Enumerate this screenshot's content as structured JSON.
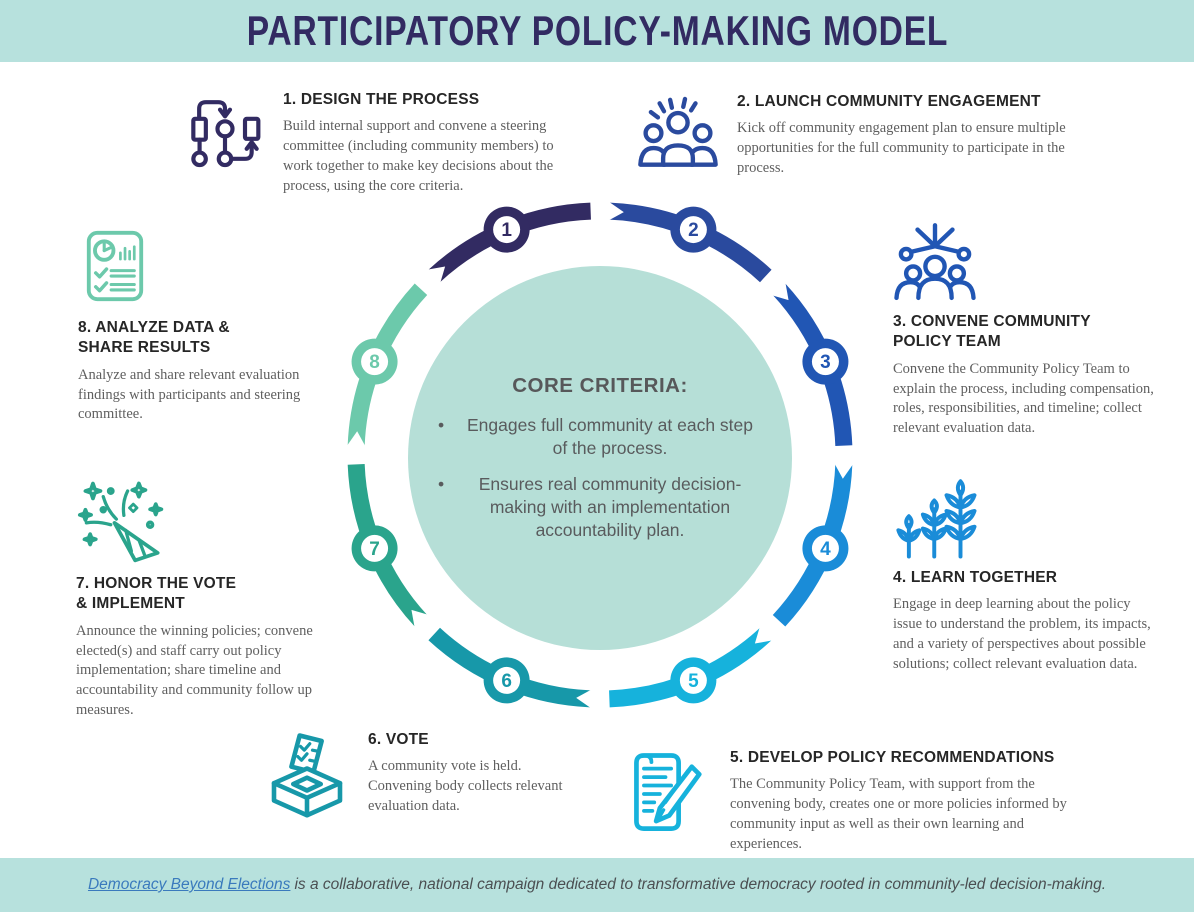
{
  "header": {
    "title": "PARTICIPATORY POLICY-MAKING MODEL"
  },
  "center": {
    "title": "CORE CRITERIA:",
    "bullets": [
      "Engages full community at each step of the process.",
      "Ensures real community decision-making with an implementation accountability plan."
    ]
  },
  "steps": [
    {
      "number": "1",
      "label": "1. DESIGN THE PROCESS",
      "body": "Build internal support and convene a steering committee (including community members) to work together to make key decisions about the process, using the core criteria.",
      "color": "#322b62",
      "icon": "flowchart-icon"
    },
    {
      "number": "2",
      "label": "2. LAUNCH COMMUNITY ENGAGEMENT",
      "body": "Kick off community engagement plan to ensure multiple opportunities for the full community to participate in the process.",
      "color": "#2a4a9e",
      "icon": "community-people-icon"
    },
    {
      "number": "3",
      "label": "3. CONVENE COMMUNITY\nPOLICY TEAM",
      "body": "Convene the Community Policy Team to explain the process, including compensation, roles, responsibilities, and timeline; collect relevant evaluation data.",
      "color": "#2156b4",
      "icon": "network-team-icon"
    },
    {
      "number": "4",
      "label": "4. LEARN TOGETHER",
      "body": "Engage in deep learning about the policy issue to understand the problem, its impacts, and a variety of perspectives about possible solutions; collect relevant evaluation data.",
      "color": "#1a8cd8",
      "icon": "growth-wheat-icon"
    },
    {
      "number": "5",
      "label": "5. DEVELOP POLICY RECOMMENDATIONS",
      "body": "The Community Policy Team, with support from the convening body, creates one or more policies informed by community input as well as their own learning and experiences.",
      "color": "#16b2dc",
      "icon": "policy-scroll-pen-icon"
    },
    {
      "number": "6",
      "label": "6. VOTE",
      "body": "A community vote is held. Convening body collects relevant evaluation data.",
      "color": "#1798a9",
      "icon": "ballot-box-icon"
    },
    {
      "number": "7",
      "label": "7. HONOR THE VOTE\n& IMPLEMENT",
      "body": "Announce the winning policies; convene elected(s) and staff carry out policy implementation; share timeline and accountability and community follow up measures.",
      "color": "#2aa48c",
      "icon": "celebration-popper-icon"
    },
    {
      "number": "8",
      "label": "8. ANALYZE DATA &\nSHARE RESULTS",
      "body": "Analyze and share relevant evaluation findings with participants and steering committee.",
      "color": "#6cc9ab",
      "icon": "report-analysis-icon"
    }
  ],
  "footer": {
    "link_text": "Democracy Beyond Elections",
    "rest_text": "is a collaborative, national campaign dedicated to transformative democracy rooted in community-led decision-making."
  },
  "colors": {
    "banner_bg": "#b7e1dd",
    "center_circle": "#b6dfd7",
    "title_text": "#322b62",
    "heading_text": "#262626",
    "body_text": "#5f5f5f",
    "link": "#3a7abd"
  }
}
